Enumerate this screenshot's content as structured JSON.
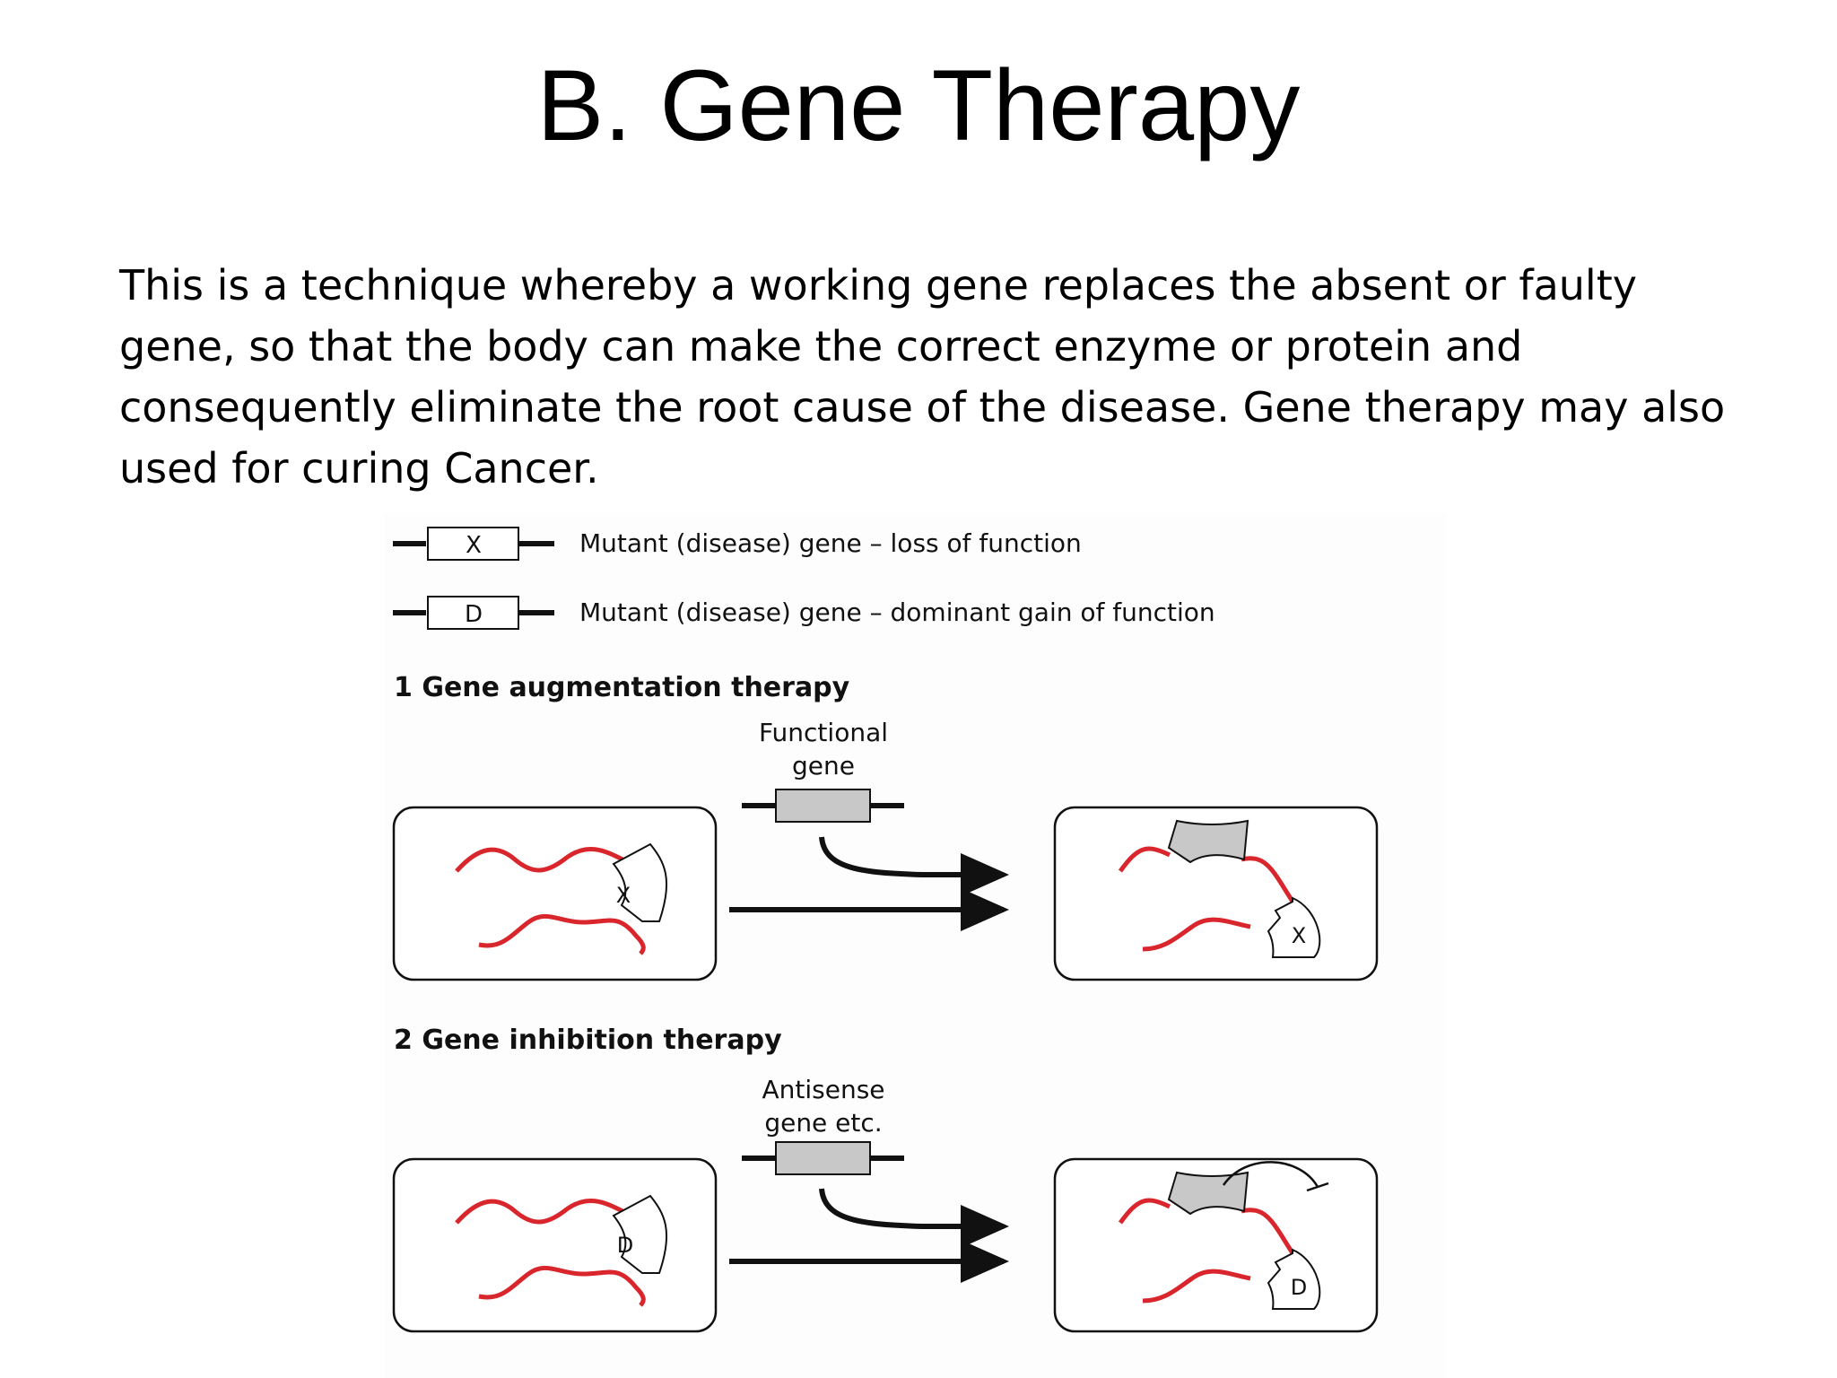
{
  "slide": {
    "title": "B. Gene Therapy",
    "body": "This is a technique whereby a working gene replaces the absent or faulty gene, so that the body can make the correct enzyme or protein and consequently eliminate the root cause of the disease. Gene therapy may also used for curing Cancer."
  },
  "figure": {
    "legend": [
      {
        "symbol": "X",
        "text": "Mutant (disease) gene – loss of function"
      },
      {
        "symbol": "D",
        "text": "Mutant (disease) gene – dominant gain of function"
      }
    ],
    "panel1": {
      "heading": "1  Gene augmentation therapy",
      "gene_label_line1": "Functional",
      "gene_label_line2": "gene",
      "mutant_symbol": "X"
    },
    "panel2": {
      "heading": "2  Gene inhibition therapy",
      "gene_label_line1": "Antisense",
      "gene_label_line2": "gene etc.",
      "mutant_symbol": "D"
    },
    "colors": {
      "strand": "#d9262c",
      "gene_box": "#c8c8c8",
      "outline": "#111111"
    }
  }
}
